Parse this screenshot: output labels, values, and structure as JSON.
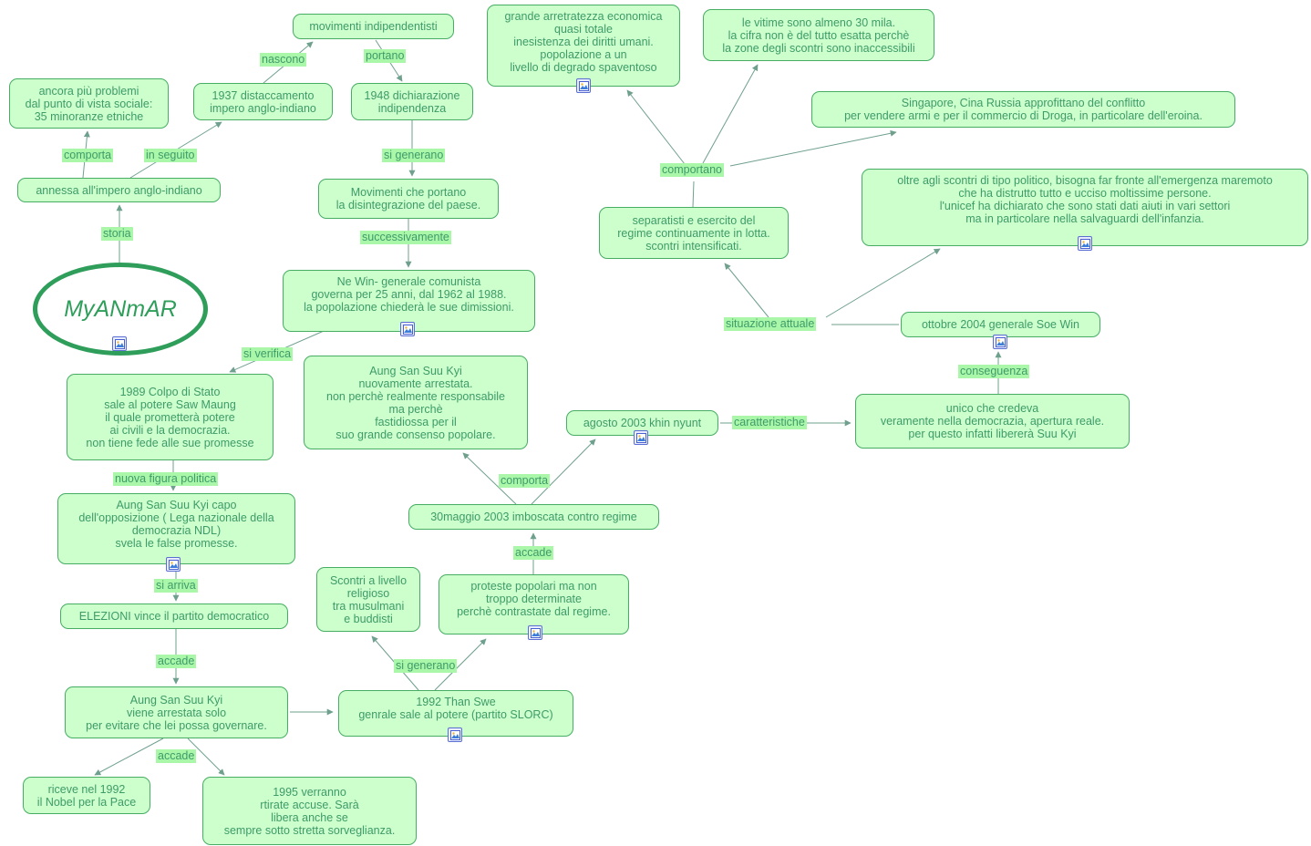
{
  "central_node": {
    "label": "MyANmAR"
  },
  "nodes": {
    "movimenti_indipendentisti": "movimenti indipendentisti",
    "arretratezza_economica": "grande arretratezza economica\nquasi totale\ninesistenza dei diritti umani.\npopolazione a un\nlivello di degrado spaventoso",
    "vittime_30_mila": "le vitime sono almeno 30 mila.\nla cifra non è del tutto esatta perchè\nla zone degli scontri sono inaccessibili",
    "problemi_sociali": "ancora più problemi\ndal punto di vista sociale:\n35 minoranze etniche",
    "distaccamento_1937": "1937 distaccamento\nimpero anglo-indiano",
    "indipendenza_1948": "1948 dichiarazione\nindipendenza",
    "singapore_cina_russia": "Singapore, Cina Russia approfittano del conflitto\nper vendere armi e per il commercio di Droga, in particolare dell'eroina.",
    "annessa_impero": "annessa all'impero anglo-indiano",
    "movimenti_disintegrazione": "Movimenti che portano\nla disintegrazione del paese.",
    "separatisti_esercito": "separatisti e esercito del\nregime continuamente in lotta.\nscontri intensificati.",
    "emergenza_maremoto": "oltre agli scontri di tipo politico, bisogna far fronte all'emergenza maremoto\nche ha distrutto tutto e ucciso moltissime persone.\nl'unicef ha dichiarato che sono stati dati aiuti in vari settori\nma in particolare nella salvaguardi dell'infanzia.",
    "ne_win": "Ne Win- generale comunista\ngoverna per 25 anni, dal 1962 al 1988.\nla popolazione chiederà le sue dimissioni.",
    "ottobre_2004_soe_win": "ottobre 2004 generale Soe Win",
    "colpo_di_stato_1989": "1989 Colpo di Stato\nsale al potere Saw Maung\nil quale prometterà potere\nai civili e la democrazia.\nnon tiene fede alle sue promesse",
    "suu_kyi_nuovamente_arrestata": "Aung San Suu Kyi\nnuovamente arrestata.\nnon perchè realmente responsabile\nma perchè\nfastidiossa per il\nsuo grande consenso popolare.",
    "agosto_2003_khin_nyunt": "agosto 2003 khin nyunt",
    "unico_che_credeva": "unico che credeva\nveramente nella democrazia, apertura reale.\nper questo infatti libererà Suu Kyi",
    "suu_kyi_capo_opposizione": "Aung San Suu Kyi capo\ndell'opposizione ( Lega nazionale della\ndemocrazia NDL)\nsvela le false promesse.",
    "imboscata_30_maggio_2003": "30maggio 2003 imboscata contro regime",
    "elezioni": "ELEZIONI vince il partito democratico",
    "scontri_religiosi": "Scontri a livello\nreligioso\ntra musulmani\ne buddisti",
    "proteste_popolari": "proteste popolari ma non\ntroppo determinate\nperchè contrastate dal regime.",
    "suu_kyi_arrestata": "Aung San Suu Kyi\nviene arrestata solo\nper evitare che lei possa governare.",
    "than_swe_1992": "1992 Than Swe\ngenrale sale al potere (partito SLORC)",
    "nobel_1992": "riceve nel 1992\nil Nobel per la Pace",
    "accuse_ritirate_1995": "1995 verranno\nrtirate accuse. Sarà\nlibera anche se\nsempre sotto stretta sorveglianza."
  },
  "link_labels": {
    "nascono": "nascono",
    "portano": "portano",
    "comporta_1": "comporta",
    "in_seguito": "in seguito",
    "si_generano_1": "si generano",
    "comportano": "comportano",
    "storia": "storia",
    "successivamente": "successivamente",
    "situazione_attuale": "situazione attuale",
    "si_verifica": "si verifica",
    "conseguenza": "conseguenza",
    "caratteristiche": "caratteristiche",
    "nuova_figura_politica": "nuova figura politica",
    "comporta_2": "comporta",
    "si_arriva": "si arriva",
    "accade_1": "accade",
    "accade_2": "accade",
    "si_generano_2": "si generano",
    "accade_3": "accade"
  },
  "icons": {
    "resource_icon_name": "image-resource-icon"
  },
  "colors": {
    "node_fill": "#ccffcc",
    "node_border": "#46ad62",
    "node_text": "#3e9b69",
    "label_background": "#aaf7aa",
    "connector_line": "#6fa08e",
    "ellipse_border": "#2f9e5b"
  }
}
